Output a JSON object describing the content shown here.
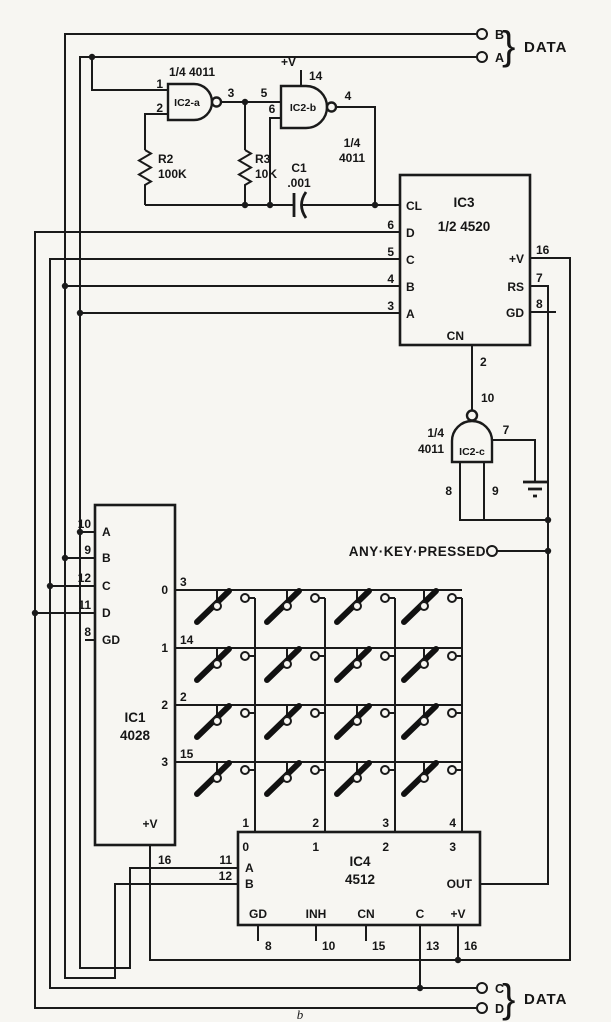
{
  "meta": {
    "page_note": "b"
  },
  "colors": {
    "ink": "#1a1a1a",
    "paper": "#f7f6f2"
  },
  "top_connector": {
    "label": "DATA",
    "brace": "}",
    "terminals": [
      {
        "label": "B"
      },
      {
        "label": "A"
      }
    ]
  },
  "bottom_connector": {
    "label": "DATA",
    "brace": "}",
    "terminals": [
      {
        "label": "C"
      },
      {
        "label": "D"
      }
    ]
  },
  "oscillator": {
    "gate_a": {
      "label": "IC2-a",
      "part": "1/4 4011",
      "pin_in1": "1",
      "pin_in2": "2",
      "pin_out": "3"
    },
    "gate_b": {
      "label": "IC2-b",
      "part_line1": "1/4",
      "part_line2": "4011",
      "pin_in1": "5",
      "pin_in2": "6",
      "pin_out": "4",
      "pin_vdd": "14",
      "vdd": "+V"
    },
    "r2": {
      "ref": "R2",
      "value": "100K"
    },
    "r3": {
      "ref": "R3",
      "value": "10K"
    },
    "c1": {
      "ref": "C1",
      "value": ".001"
    }
  },
  "ic3": {
    "ref": "IC3",
    "part": "1/2 4520",
    "clock_label": "CL",
    "inputs": [
      {
        "pin": "6",
        "label": "D"
      },
      {
        "pin": "5",
        "label": "C"
      },
      {
        "pin": "4",
        "label": "B"
      },
      {
        "pin": "3",
        "label": "A"
      }
    ],
    "right": [
      {
        "pin": "16",
        "label": "+V"
      },
      {
        "pin": "7",
        "label": "RS"
      },
      {
        "pin": "8",
        "label": "GD"
      }
    ],
    "carry": {
      "label": "CN",
      "pin": "2"
    }
  },
  "gate_c": {
    "label": "IC2-c",
    "part_line1": "1/4",
    "part_line2": "4011",
    "pin_out": "10",
    "pin_gnd": "7",
    "pin_in1": "8",
    "pin_in2": "9"
  },
  "any_key": {
    "label": "ANY·KEY·PRESSED"
  },
  "ic1": {
    "ref": "IC1",
    "part": "4028",
    "inputs": [
      {
        "pin": "10",
        "label": "A"
      },
      {
        "pin": "9",
        "label": "B"
      },
      {
        "pin": "12",
        "label": "C"
      },
      {
        "pin": "11",
        "label": "D"
      },
      {
        "pin": "8",
        "label": "GD"
      }
    ],
    "outputs": [
      {
        "pin": "3",
        "label": "0"
      },
      {
        "pin": "14",
        "label": "1"
      },
      {
        "pin": "2",
        "label": "2"
      },
      {
        "pin": "15",
        "label": "3"
      }
    ],
    "vdd": {
      "label": "+V",
      "pin": "16"
    }
  },
  "matrix": {
    "columns": [
      "1",
      "2",
      "3",
      "4"
    ]
  },
  "ic4": {
    "ref": "IC4",
    "part": "4512",
    "out_label": "OUT",
    "top": [
      "0",
      "1",
      "2",
      "3"
    ],
    "left": [
      {
        "pin": "11",
        "label": "A"
      },
      {
        "pin": "12",
        "label": "B"
      }
    ],
    "bottom": [
      {
        "pin": "8",
        "label": "GD"
      },
      {
        "pin": "10",
        "label": "INH"
      },
      {
        "pin": "15",
        "label": "CN"
      },
      {
        "pin": "13",
        "label": "C"
      },
      {
        "pin": "16",
        "label": "+V"
      }
    ]
  }
}
